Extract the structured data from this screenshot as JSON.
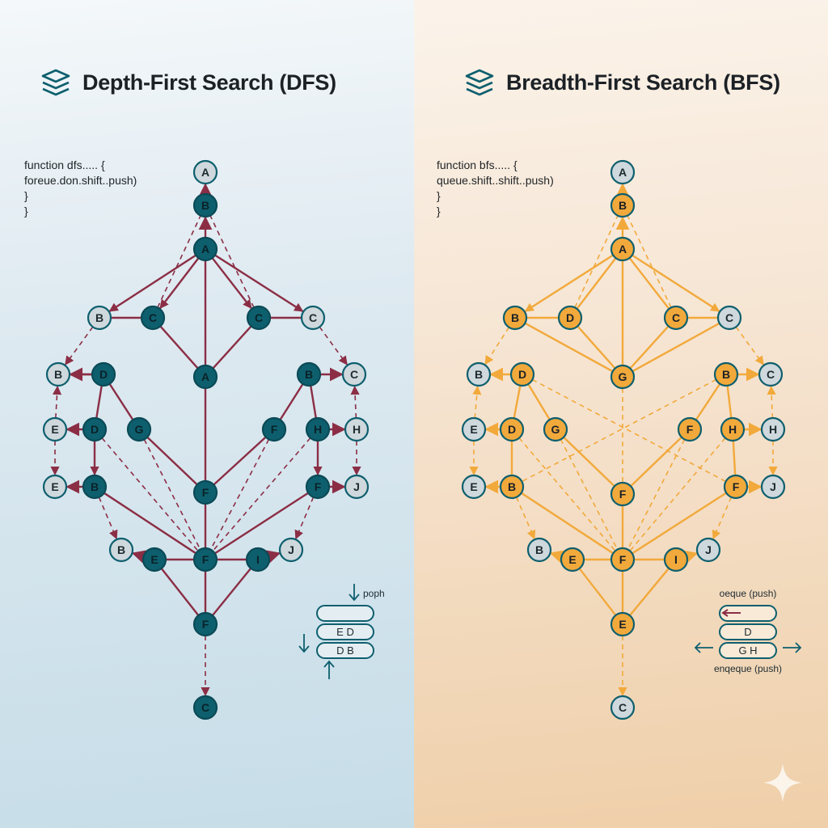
{
  "dfs": {
    "title": "Depth-First Search (DFS)",
    "icon": "layers-icon",
    "code": [
      "function dfs..... {",
      "foreue.don.shift..push)",
      "}",
      "}"
    ],
    "stack_label": "poph",
    "stack_rows": [
      "",
      "E   D",
      "D   B"
    ],
    "nodes": [
      {
        "id": "n0",
        "label": "A",
        "style": "light"
      },
      {
        "id": "n1",
        "label": "B",
        "style": "dark"
      },
      {
        "id": "n2",
        "label": "A",
        "style": "dark"
      },
      {
        "id": "n3",
        "label": "B",
        "style": "light"
      },
      {
        "id": "n4",
        "label": "C",
        "style": "dark"
      },
      {
        "id": "n5",
        "label": "C",
        "style": "dark"
      },
      {
        "id": "n6",
        "label": "C",
        "style": "light"
      },
      {
        "id": "n7",
        "label": "B",
        "style": "light"
      },
      {
        "id": "n8",
        "label": "D",
        "style": "dark"
      },
      {
        "id": "n9",
        "label": "A",
        "style": "dark"
      },
      {
        "id": "n10",
        "label": "B",
        "style": "dark"
      },
      {
        "id": "n11",
        "label": "C",
        "style": "light"
      },
      {
        "id": "n12",
        "label": "E",
        "style": "light"
      },
      {
        "id": "n13",
        "label": "D",
        "style": "dark"
      },
      {
        "id": "n14",
        "label": "G",
        "style": "dark"
      },
      {
        "id": "n15",
        "label": "F",
        "style": "dark"
      },
      {
        "id": "n16",
        "label": "H",
        "style": "dark"
      },
      {
        "id": "n17",
        "label": "H",
        "style": "light"
      },
      {
        "id": "n18",
        "label": "E",
        "style": "light"
      },
      {
        "id": "n19",
        "label": "B",
        "style": "dark"
      },
      {
        "id": "n20",
        "label": "F",
        "style": "dark"
      },
      {
        "id": "n21",
        "label": "F",
        "style": "dark"
      },
      {
        "id": "n22",
        "label": "J",
        "style": "light"
      },
      {
        "id": "n23",
        "label": "B",
        "style": "light"
      },
      {
        "id": "n24",
        "label": "E",
        "style": "dark"
      },
      {
        "id": "n25",
        "label": "F",
        "style": "dark"
      },
      {
        "id": "n26",
        "label": "I",
        "style": "dark"
      },
      {
        "id": "n27",
        "label": "J",
        "style": "light"
      },
      {
        "id": "n28",
        "label": "F",
        "style": "dark"
      },
      {
        "id": "n29",
        "label": "C",
        "style": "dark"
      }
    ]
  },
  "bfs": {
    "title": "Breadth-First Search (BFS)",
    "icon": "layers-icon",
    "code": [
      "function bfs..... {",
      "queue.shift..shift..push)",
      "}",
      "}"
    ],
    "queue_top_label": "oeque (push)",
    "queue_bottom_label": "enqeque (push)",
    "queue_rows": [
      "",
      "D",
      "G  H"
    ],
    "nodes": [
      {
        "id": "n0",
        "label": "A",
        "style": "light"
      },
      {
        "id": "n1",
        "label": "B",
        "style": "orange"
      },
      {
        "id": "n2",
        "label": "A",
        "style": "orange"
      },
      {
        "id": "n3",
        "label": "B",
        "style": "orange"
      },
      {
        "id": "n4",
        "label": "D",
        "style": "orange"
      },
      {
        "id": "n5",
        "label": "C",
        "style": "orange"
      },
      {
        "id": "n6",
        "label": "C",
        "style": "light"
      },
      {
        "id": "n7",
        "label": "B",
        "style": "light"
      },
      {
        "id": "n8",
        "label": "D",
        "style": "orange"
      },
      {
        "id": "n9",
        "label": "G",
        "style": "orange"
      },
      {
        "id": "n10",
        "label": "B",
        "style": "orange"
      },
      {
        "id": "n11",
        "label": "C",
        "style": "light"
      },
      {
        "id": "n12",
        "label": "E",
        "style": "light"
      },
      {
        "id": "n13",
        "label": "D",
        "style": "orange"
      },
      {
        "id": "n14",
        "label": "G",
        "style": "orange"
      },
      {
        "id": "n15",
        "label": "F",
        "style": "orange"
      },
      {
        "id": "n16",
        "label": "H",
        "style": "orange"
      },
      {
        "id": "n17",
        "label": "H",
        "style": "light"
      },
      {
        "id": "n18",
        "label": "E",
        "style": "light"
      },
      {
        "id": "n19",
        "label": "B",
        "style": "orange"
      },
      {
        "id": "n20",
        "label": "F",
        "style": "orange"
      },
      {
        "id": "n21",
        "label": "F",
        "style": "orange"
      },
      {
        "id": "n22",
        "label": "J",
        "style": "light"
      },
      {
        "id": "n23",
        "label": "B",
        "style": "light"
      },
      {
        "id": "n24",
        "label": "E",
        "style": "orange"
      },
      {
        "id": "n25",
        "label": "F",
        "style": "orange"
      },
      {
        "id": "n26",
        "label": "I",
        "style": "orange"
      },
      {
        "id": "n27",
        "label": "J",
        "style": "light"
      },
      {
        "id": "n28",
        "label": "E",
        "style": "orange"
      },
      {
        "id": "n29",
        "label": "C",
        "style": "light"
      }
    ]
  },
  "colors": {
    "teal": "#0e5f6e",
    "light_node": "#cfd8dc",
    "orange": "#f2a93b",
    "dfs_edge": "#8b2e45",
    "bfs_edge": "#f2a93b"
  }
}
